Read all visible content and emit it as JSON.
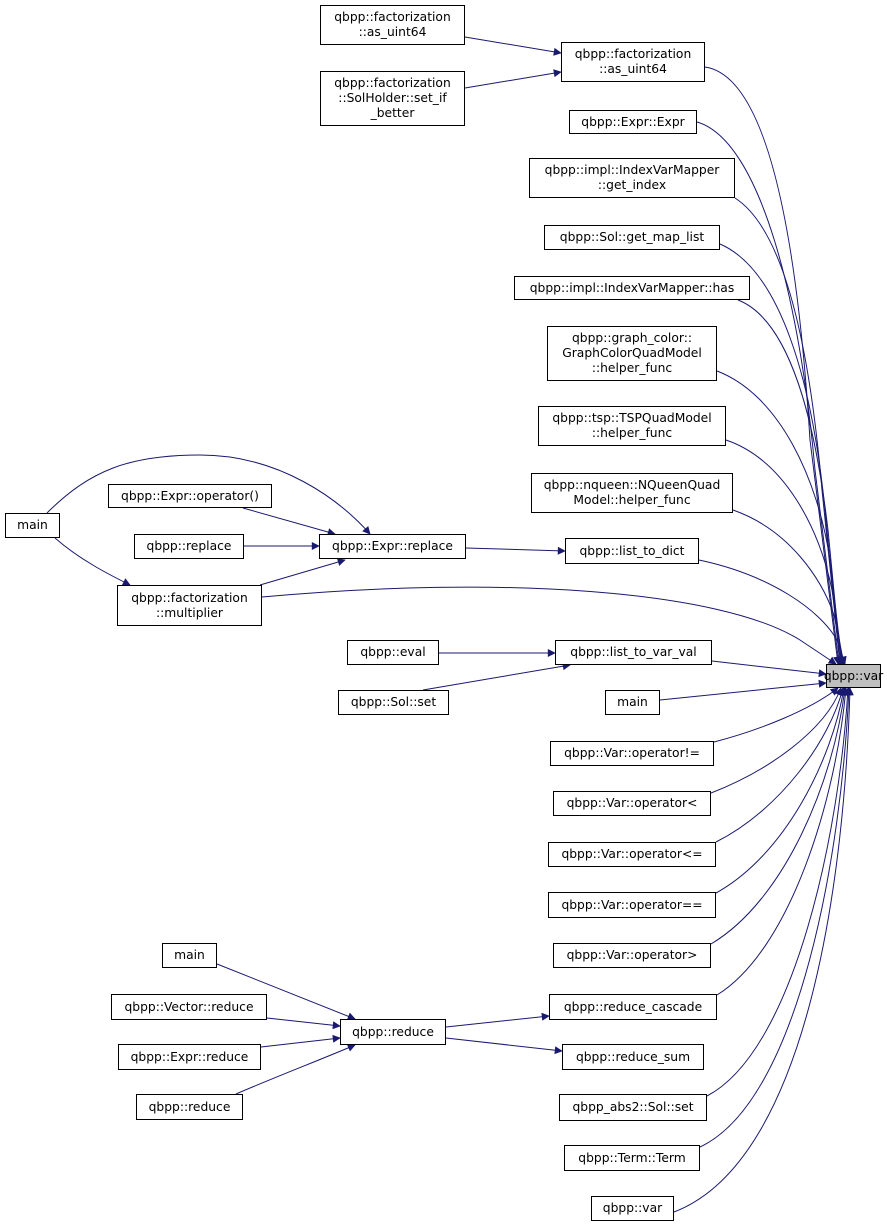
{
  "colors": {
    "edge": "#191970",
    "node_border": "#000000",
    "node_fill": "#ffffff",
    "focus_fill": "#bfbfbf"
  },
  "nodes": {
    "var_main": {
      "lines": [
        "qbpp::var"
      ],
      "focus": true
    },
    "fact_as_uint64_a": {
      "lines": [
        "qbpp::factorization",
        "::as_uint64"
      ]
    },
    "fact_solholder": {
      "lines": [
        "qbpp::factorization",
        "::SolHolder::set_if",
        "_better"
      ]
    },
    "fact_as_uint64_b": {
      "lines": [
        "qbpp::factorization",
        "::as_uint64"
      ]
    },
    "expr_expr": {
      "lines": [
        "qbpp::Expr::Expr"
      ]
    },
    "ivm_get_index": {
      "lines": [
        "qbpp::impl::IndexVarMapper",
        "::get_index"
      ]
    },
    "sol_get_map_list": {
      "lines": [
        "qbpp::Sol::get_map_list"
      ]
    },
    "ivm_has": {
      "lines": [
        "qbpp::impl::IndexVarMapper::has"
      ]
    },
    "graph_color_helper": {
      "lines": [
        "qbpp::graph_color::",
        "GraphColorQuadModel",
        "::helper_func"
      ]
    },
    "tsp_helper": {
      "lines": [
        "qbpp::tsp::TSPQuadModel",
        "::helper_func"
      ]
    },
    "nqueen_helper": {
      "lines": [
        "qbpp::nqueen::NQueenQuad",
        "Model::helper_func"
      ]
    },
    "main_left": {
      "lines": [
        "main"
      ]
    },
    "expr_operator_call": {
      "lines": [
        "qbpp::Expr::operator()"
      ]
    },
    "replace_fn": {
      "lines": [
        "qbpp::replace"
      ]
    },
    "expr_replace": {
      "lines": [
        "qbpp::Expr::replace"
      ]
    },
    "list_to_dict": {
      "lines": [
        "qbpp::list_to_dict"
      ]
    },
    "fact_multiplier": {
      "lines": [
        "qbpp::factorization",
        "::multiplier"
      ]
    },
    "eval_fn": {
      "lines": [
        "qbpp::eval"
      ]
    },
    "list_to_var_val": {
      "lines": [
        "qbpp::list_to_var_val"
      ]
    },
    "sol_set": {
      "lines": [
        "qbpp::Sol::set"
      ]
    },
    "main_mid": {
      "lines": [
        "main"
      ]
    },
    "var_op_ne": {
      "lines": [
        "qbpp::Var::operator!="
      ]
    },
    "var_op_lt": {
      "lines": [
        "qbpp::Var::operator<"
      ]
    },
    "var_op_le": {
      "lines": [
        "qbpp::Var::operator<="
      ]
    },
    "var_op_eq": {
      "lines": [
        "qbpp::Var::operator=="
      ]
    },
    "var_op_gt": {
      "lines": [
        "qbpp::Var::operator>"
      ]
    },
    "main_bottom": {
      "lines": [
        "main"
      ]
    },
    "reduce_cascade": {
      "lines": [
        "qbpp::reduce_cascade"
      ]
    },
    "vector_reduce": {
      "lines": [
        "qbpp::Vector::reduce"
      ]
    },
    "reduce_center": {
      "lines": [
        "qbpp::reduce"
      ]
    },
    "expr_reduce": {
      "lines": [
        "qbpp::Expr::reduce"
      ]
    },
    "reduce_sum": {
      "lines": [
        "qbpp::reduce_sum"
      ]
    },
    "reduce_left": {
      "lines": [
        "qbpp::reduce"
      ]
    },
    "abs2_sol_set": {
      "lines": [
        "qbpp_abs2::Sol::set"
      ]
    },
    "term_term": {
      "lines": [
        "qbpp::Term::Term"
      ]
    },
    "var_caller": {
      "lines": [
        "qbpp::var"
      ]
    }
  }
}
